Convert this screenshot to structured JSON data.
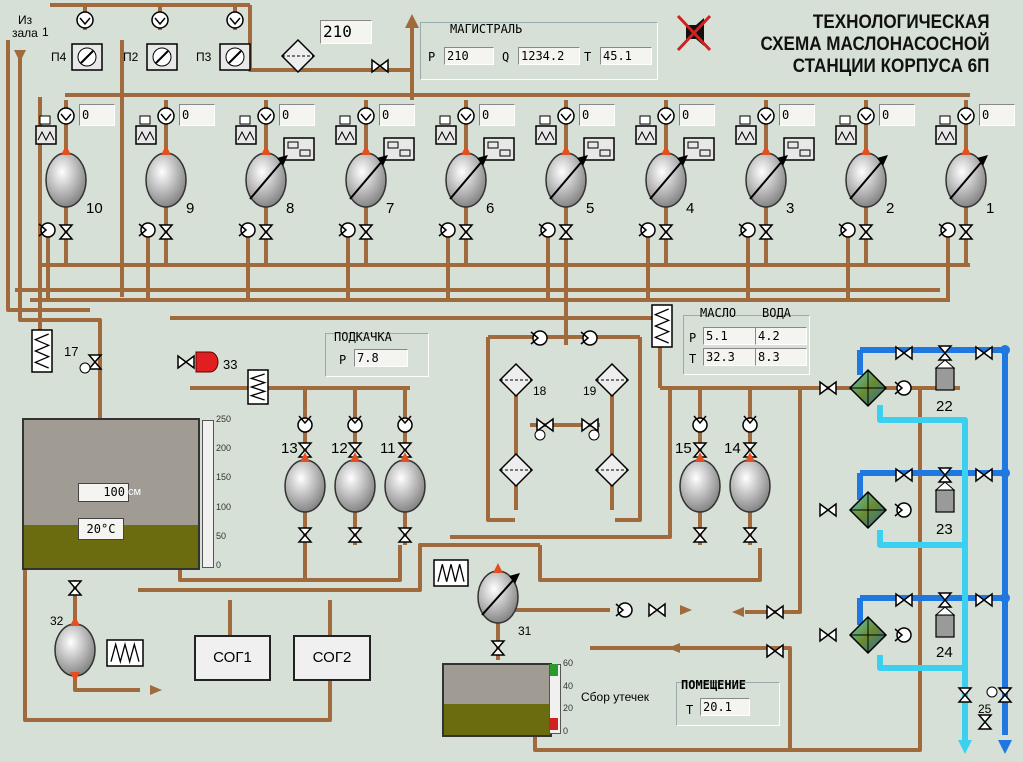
{
  "title": {
    "line1": "ТЕХНОЛОГИЧЕСКАЯ",
    "line2": "СХЕМА МАСЛОНАСОСНОЙ",
    "line3": "СТАНЦИИ КОРПУСА 6П"
  },
  "inlet": {
    "label1": "Из",
    "label2": "зала",
    "num": "1"
  },
  "pressure_sensors": [
    "П4",
    "П2",
    "П3"
  ],
  "top_value": "210",
  "main": {
    "title": "МАГИСТРАЛЬ",
    "p_label": "P",
    "p_value": "210",
    "q_label": "Q",
    "q_value": "1234.2",
    "t_label": "T",
    "t_value": "45.1"
  },
  "pumps": [
    {
      "num": "10",
      "value": "0"
    },
    {
      "num": "9",
      "value": "0"
    },
    {
      "num": "8",
      "value": "0"
    },
    {
      "num": "7",
      "value": "0"
    },
    {
      "num": "6",
      "value": "0"
    },
    {
      "num": "5",
      "value": "0"
    },
    {
      "num": "4",
      "value": "0"
    },
    {
      "num": "3",
      "value": "0"
    },
    {
      "num": "2",
      "value": "0"
    },
    {
      "num": "1",
      "value": "0"
    }
  ],
  "podkachka": {
    "title": "ПОДКАЧКА",
    "p_label": "P",
    "p_value": "7.8"
  },
  "oil_water": {
    "oil_title": "МАСЛО",
    "water_title": "ВОДА",
    "p_label": "P",
    "t_label": "T",
    "oil_p": "5.1",
    "water_p": "4.2",
    "oil_t": "32.3",
    "water_t": "8.3"
  },
  "tank": {
    "level_value": "100",
    "level_unit": "см",
    "temp": "20°C",
    "level_fraction": 0.29,
    "scale": [
      "250",
      "200",
      "150",
      "100",
      "50",
      "0"
    ]
  },
  "leak_tank": {
    "title": "Сбор утечек",
    "scale": [
      "60",
      "40",
      "20",
      "0"
    ],
    "level_fraction": 0.45
  },
  "room": {
    "title": "ПОМЕЩЕНИЕ",
    "t_label": "T",
    "t_value": "20.1"
  },
  "sog": [
    "СОГ1",
    "СОГ2"
  ],
  "labels": {
    "n17": "17",
    "n33": "33",
    "n13": "13",
    "n12": "12",
    "n11": "11",
    "n15": "15",
    "n14": "14",
    "n18": "18",
    "n19": "19",
    "n22": "22",
    "n23": "23",
    "n24": "24",
    "n25": "25",
    "n31": "31",
    "n32": "32"
  },
  "colors": {
    "pipe": "#a06a3c",
    "water": "#1e78e0",
    "water_light": "#3cd0f0",
    "oil_level": "#6b6b10",
    "background": "#d6e0d6"
  }
}
